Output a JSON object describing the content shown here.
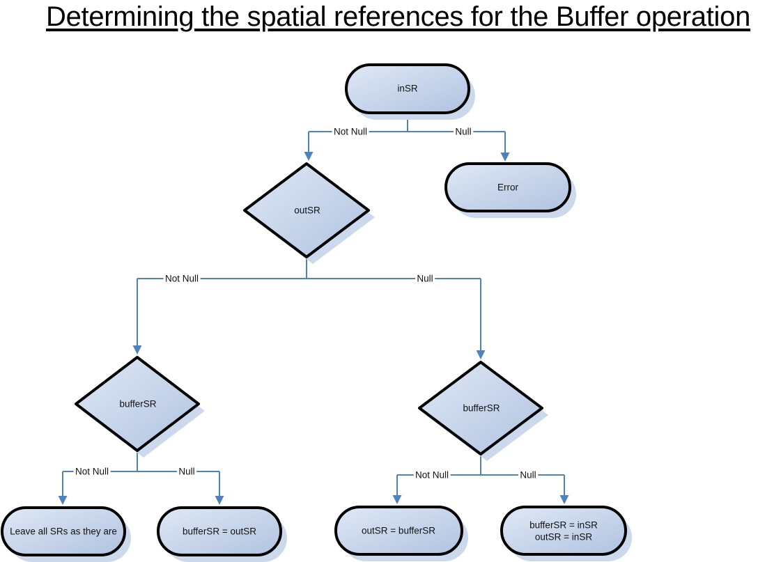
{
  "title": "Determining the spatial references for the Buffer operation",
  "diagram": {
    "nodes": {
      "insr": "inSR",
      "error": "Error",
      "outsr": "outSR",
      "buffersr_left": "bufferSR",
      "buffersr_right": "bufferSR",
      "leave_all": "Leave all SRs as they are",
      "buffersr_eq_outsr": "bufferSR = outSR",
      "outsr_eq_buffersr": "outSR = bufferSR",
      "buffersr_eq_insr_line1": "bufferSR = inSR",
      "buffersr_eq_insr_line2": "outSR = inSR"
    },
    "edge_labels": {
      "not_null": "Not Null",
      "null": "Null"
    },
    "colors": {
      "line": "#4f81bd",
      "node_border": "#000000",
      "node_fill_light": "#dfe8f5",
      "node_fill_dark": "#b1c3e1",
      "shadow": "#ccd9ed",
      "text": "#111111",
      "background": "#ffffff"
    }
  }
}
